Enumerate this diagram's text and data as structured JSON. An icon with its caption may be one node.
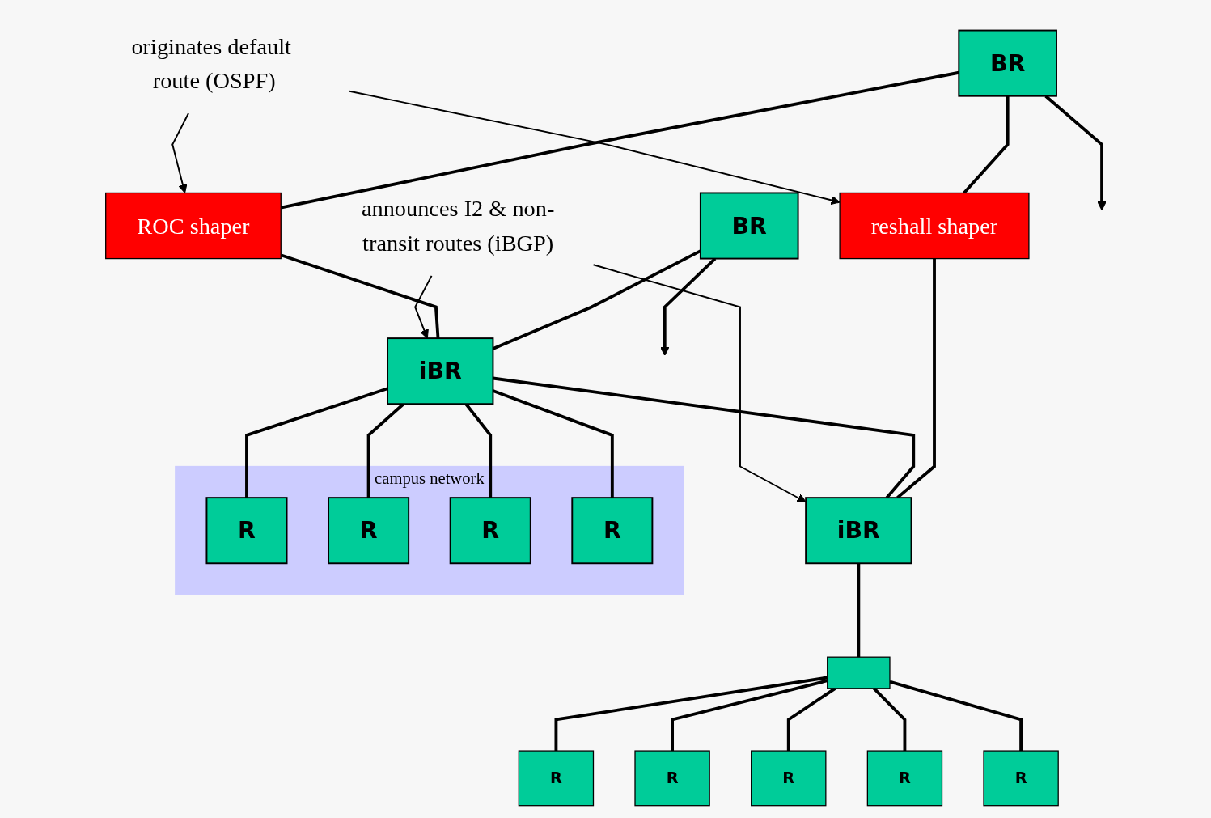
{
  "diagram": {
    "nodes": [
      {
        "text": [
          "announces I2 & non-transit routes (iBGP)"
        ]
      },
      {
        "text": [
          "BR"
        ]
      },
      {
        "text": [
          "originates default route (OSPF)"
        ]
      },
      {
        "text": [
          "BR"
        ]
      },
      {
        "text": [
          "ROC shaper"
        ]
      },
      {
        "text": [
          "iBR"
        ]
      },
      {
        "text": [
          "reshall shaper"
        ]
      },
      {
        "text": [
          "campus network"
        ]
      },
      {
        "text": [
          "R"
        ],
        "in": 7
      },
      {
        "text": [
          "R"
        ],
        "in": 7
      },
      {
        "text": [
          "R"
        ],
        "in": 7
      },
      {
        "text": [
          "R"
        ],
        "in": 7
      },
      {
        "text": [
          "iBR"
        ]
      },
      {
        "text": [],
        "shape": "bar"
      },
      {
        "text": [
          "R"
        ]
      },
      {
        "text": [
          "R"
        ]
      },
      {
        "text": [
          "R"
        ]
      },
      {
        "text": [
          "R"
        ]
      },
      {
        "text": [
          "R"
        ]
      }
    ],
    "edges": [
      {
        "from": 1,
        "to": null,
        "arrow": "to"
      },
      {
        "from": 3,
        "to": null,
        "arrow": "to"
      },
      {
        "from": 1,
        "to": 5,
        "arrow": "none"
      },
      {
        "from": 3,
        "to": 4,
        "arrow": "none"
      },
      {
        "from": 4,
        "to": 5,
        "arrow": "none"
      },
      {
        "from": 3,
        "to": 6,
        "arrow": "none"
      },
      {
        "from": 6,
        "to": 12,
        "arrow": "none"
      },
      {
        "from": 5,
        "to": 12,
        "arrow": "none"
      },
      {
        "from": 5,
        "to": 8,
        "arrow": "none"
      },
      {
        "from": 5,
        "to": 9,
        "arrow": "none"
      },
      {
        "from": 5,
        "to": 10,
        "arrow": "none"
      },
      {
        "from": 5,
        "to": 11,
        "arrow": "none"
      },
      {
        "from": 12,
        "to": 13,
        "arrow": "none"
      },
      {
        "from": 13,
        "to": 14,
        "arrow": "none"
      },
      {
        "from": 13,
        "to": 15,
        "arrow": "none"
      },
      {
        "from": 13,
        "to": 16,
        "arrow": "none"
      },
      {
        "from": 13,
        "to": 17,
        "arrow": "none"
      },
      {
        "from": 13,
        "to": 18,
        "arrow": "none"
      },
      {
        "from": 0,
        "to": 5,
        "arrow": "to"
      },
      {
        "from": 0,
        "to": 12,
        "arrow": "to"
      },
      {
        "from": 2,
        "to": 4,
        "arrow": "to"
      },
      {
        "from": 2,
        "to": 6,
        "arrow": "to"
      }
    ]
  }
}
